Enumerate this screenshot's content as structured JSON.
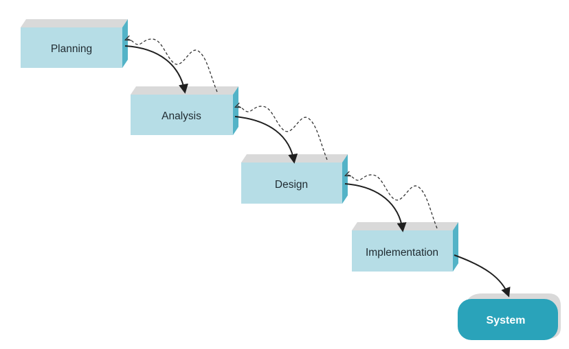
{
  "stages": [
    {
      "label": "Planning"
    },
    {
      "label": "Analysis"
    },
    {
      "label": "Design"
    },
    {
      "label": "Implementation"
    }
  ],
  "output": {
    "label": "System"
  },
  "colors": {
    "box_front": "#b6dde6",
    "box_top": "#d9d9d9",
    "box_side": "#53b3c7",
    "system_fill": "#2aa3ba",
    "arrow": "#1f1f1f"
  }
}
